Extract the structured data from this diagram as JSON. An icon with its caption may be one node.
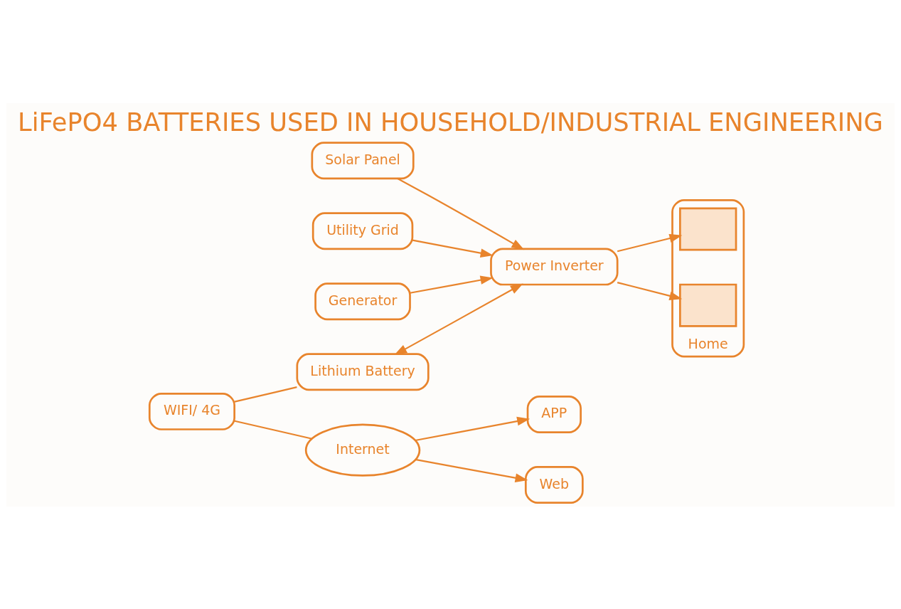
{
  "diagram": {
    "title": "LiFePO4 BATTERIES USED IN HOUSEHOLD/INDUSTRIAL ENGINEERING",
    "nodes": [
      {
        "text": [
          "Solar Panel"
        ]
      },
      {
        "text": [
          "Utility Grid"
        ]
      },
      {
        "text": [
          "Generator"
        ]
      },
      {
        "text": [
          "WIFI/ 4G"
        ]
      },
      {
        "text": [
          "Internet"
        ]
      },
      {
        "text": [
          "APP"
        ]
      },
      {
        "text": [
          "Web"
        ]
      },
      {
        "text": [
          "Lithium Battery"
        ]
      },
      {
        "text": [
          "Power Inverter"
        ]
      },
      {
        "text": [
          "Home"
        ]
      },
      {
        "text": [],
        "shape": "box",
        "in": 9
      },
      {
        "text": [],
        "shape": "box",
        "in": 9
      }
    ],
    "edges": [
      {
        "from": 0,
        "to": 8,
        "arrow": "to"
      },
      {
        "from": 1,
        "to": 8,
        "arrow": "to"
      },
      {
        "from": 2,
        "to": 8,
        "arrow": "to"
      },
      {
        "from": 3,
        "to": 4,
        "arrow": "none"
      },
      {
        "from": 4,
        "to": 5,
        "arrow": "to"
      },
      {
        "from": 4,
        "to": 6,
        "arrow": "to"
      },
      {
        "from": 3,
        "to": 7,
        "arrow": "none"
      },
      {
        "from": 7,
        "to": 8,
        "arrow": "both"
      },
      {
        "from": 8,
        "to": 10,
        "arrow": "to"
      },
      {
        "from": 8,
        "to": 11,
        "arrow": "to"
      }
    ]
  }
}
